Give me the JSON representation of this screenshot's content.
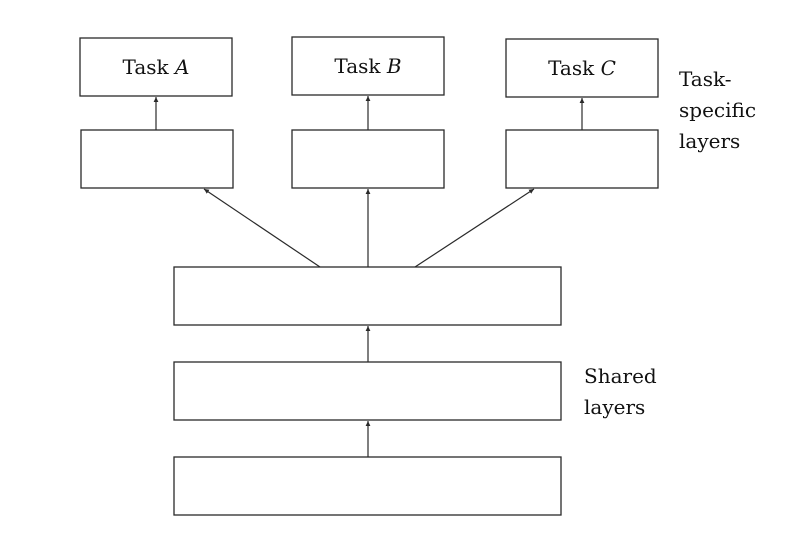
{
  "tasks": [
    {
      "prefix": "Task",
      "name": "A"
    },
    {
      "prefix": "Task",
      "name": "B"
    },
    {
      "prefix": "Task",
      "name": "C"
    }
  ],
  "labels": {
    "task_specific": [
      "Task-",
      "specific",
      "layers"
    ],
    "shared": [
      "Shared",
      "layers"
    ]
  },
  "colors": {
    "stroke": "#2a2a2a",
    "background": "#ffffff"
  }
}
